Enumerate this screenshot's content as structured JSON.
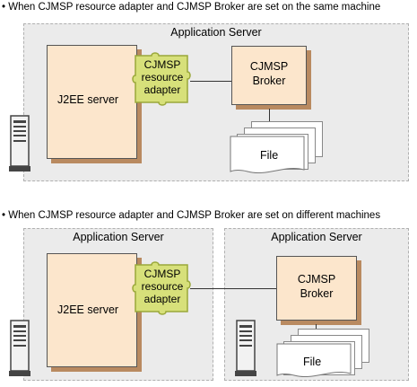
{
  "section1": {
    "caption": "• When CJMSP resource adapter and CJMSP Broker are set on the same machine",
    "server_title": "Application Server",
    "j2ee_label": "J2EE server",
    "adapter_lines": [
      "CJMSP",
      "resource",
      "adapter"
    ],
    "broker_lines": [
      "CJMSP",
      "Broker"
    ],
    "file_label": "File"
  },
  "section2": {
    "caption": "• When CJMSP resource adapter and CJMSP Broker are set on different machines",
    "server1_title": "Application Server",
    "server2_title": "Application Server",
    "j2ee_label": "J2EE server",
    "adapter_lines": [
      "CJMSP",
      "resource",
      "adapter"
    ],
    "broker_lines": [
      "CJMSP",
      "Broker"
    ],
    "file_label": "File"
  },
  "colors": {
    "server_bg": "#ebebeb",
    "box_fill": "#fce6cc",
    "box_shadow": "#b98a60",
    "adapter_fill": "#d7e07a",
    "adapter_stroke": "#9aa83a"
  },
  "icons": [
    "server-tower-icon",
    "document-stack-icon",
    "puzzle-adapter-shape"
  ]
}
